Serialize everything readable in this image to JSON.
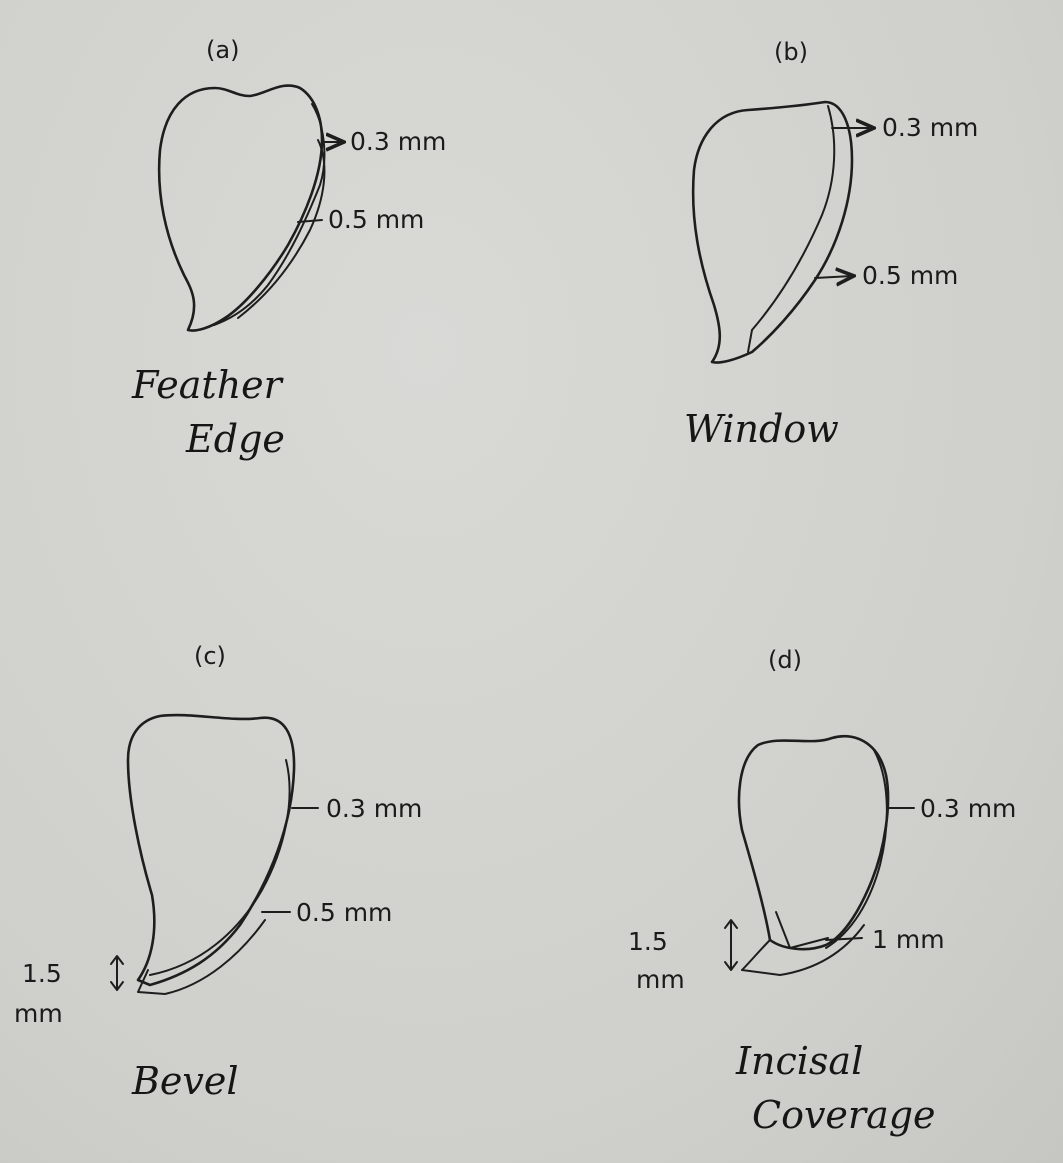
{
  "panels": {
    "a": {
      "label": "(a)",
      "caption_line1": "Feather",
      "caption_line2": "Edge",
      "measure_top": "0.3 mm",
      "measure_mid": "0.5 mm"
    },
    "b": {
      "label": "(b)",
      "caption_line1": "Window",
      "measure_top": "0.3 mm",
      "measure_mid": "0.5 mm"
    },
    "c": {
      "label": "(c)",
      "caption_line1": "Bevel",
      "measure_top": "0.3 mm",
      "measure_mid": "0.5 mm",
      "measure_incisal_value": "1.5",
      "measure_incisal_unit": "mm"
    },
    "d": {
      "label": "(d)",
      "caption_line1": "Incisal",
      "caption_line2": "Coverage",
      "measure_top": "0.3 mm",
      "measure_mid": "1 mm",
      "measure_incisal_value": "1.5",
      "measure_incisal_unit": "mm"
    }
  },
  "colors": {
    "paper": "#d2d2cf",
    "ink": "#1e1e1e"
  }
}
